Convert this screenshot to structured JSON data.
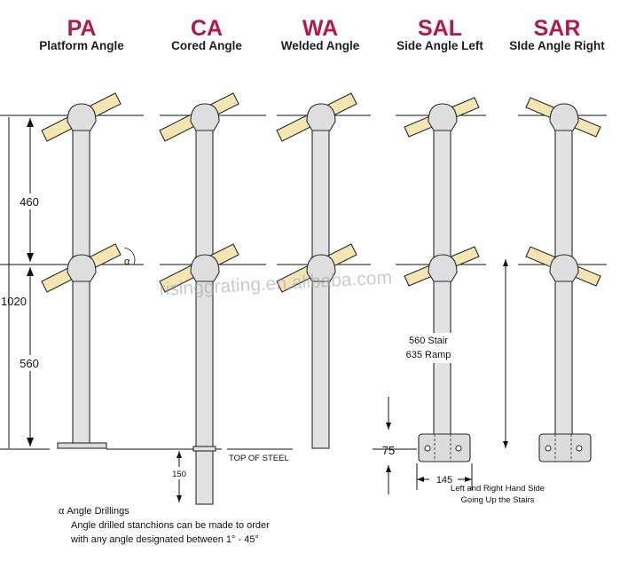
{
  "types": [
    {
      "code": "PA",
      "name": "Platform Angle"
    },
    {
      "code": "CA",
      "name": "Cored Angle"
    },
    {
      "code": "WA",
      "name": "Welded Angle"
    },
    {
      "code": "SAL",
      "name": "Side Angle Left"
    },
    {
      "code": "SAR",
      "name": "SIde Angle Right"
    }
  ],
  "dimensions": {
    "overall": "1020",
    "top": "460",
    "bottom": "560",
    "angle_symbol": "α",
    "core": "150",
    "top_of_steel": "TOP OF STEEL",
    "stair": "560 Stair",
    "ramp": "635 Ramp",
    "plate_height": "75",
    "plate_width": "145",
    "side_note_1": "Left and Right Hand Side",
    "side_note_2": "Going Up the Stairs"
  },
  "notes": {
    "title": "α Angle Drillings",
    "line1": "Angle drilled stanchions can be made to order",
    "line2": "with any angle designated between 1° - 45°"
  },
  "watermark": "risinggrating.en.alibaba.com"
}
